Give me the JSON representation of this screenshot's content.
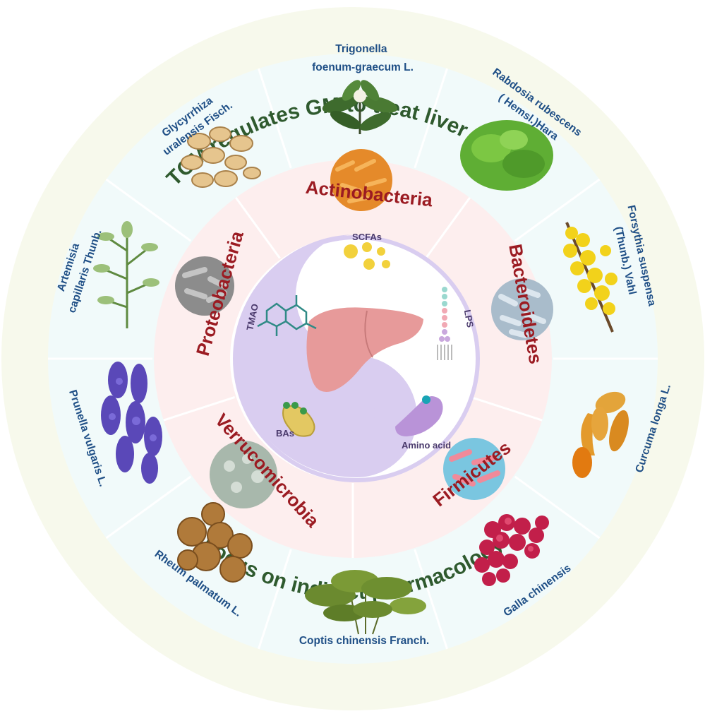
{
  "title_top": "TCM regulates GM to treat liver disease",
  "title_bottom": "Focus on indirect pharmacology",
  "herbs": [
    {
      "name": "Trigonella foenum-graecum L.",
      "lines": [
        "Trigonella",
        "foenum-graecum L."
      ],
      "icon": "fenugreek-plant-icon"
    },
    {
      "name": "Rabdosia rubescens ( Hemsl.)Hara",
      "lines": [
        "Rabdosia rubescens",
        "( Hemsl.)Hara"
      ],
      "icon": "rabdosia-leaves-icon"
    },
    {
      "name": "Forsythia suspensa (Thunb.) Vahl",
      "lines": [
        "Forsythia suspensa",
        "(Thunb.) Vahl"
      ],
      "icon": "forsythia-flower-icon"
    },
    {
      "name": "Curcuma longa L.",
      "lines": [
        "Curcuma longa L."
      ],
      "icon": "turmeric-root-icon"
    },
    {
      "name": "Galla chinensis",
      "lines": [
        "Galla chinensis"
      ],
      "icon": "galla-berries-icon"
    },
    {
      "name": "Coptis chinensis Franch.",
      "lines": [
        "Coptis chinensis Franch."
      ],
      "icon": "coptis-plant-icon"
    },
    {
      "name": "Rheum palmatum L.",
      "lines": [
        "Rheum palmatum L."
      ],
      "icon": "rheum-slices-icon"
    },
    {
      "name": "Prunella vulgaris L.",
      "lines": [
        "Prunella vulgaris L."
      ],
      "icon": "prunella-flower-icon"
    },
    {
      "name": "Artemisia capillaris Thunb.",
      "lines": [
        "Artemisia",
        "capillaris Thunb."
      ],
      "icon": "artemisia-plant-icon"
    },
    {
      "name": "Glycyrrhiza uralensis Fisch.",
      "lines": [
        "Glycyrrhiza",
        "uralensis Fisch."
      ],
      "icon": "licorice-slices-icon"
    }
  ],
  "phyla": [
    {
      "name": "Actinobacteria"
    },
    {
      "name": "Bacteroidetes"
    },
    {
      "name": "Firmicutes"
    },
    {
      "name": "Verrucomicrobia"
    },
    {
      "name": "Proteobacteria"
    }
  ],
  "metabolites": {
    "scfas": "SCFAs",
    "lps": "LPS",
    "amino_acid": "Amino acid",
    "bas": "BAs",
    "tmao": "TMAO"
  },
  "colors": {
    "outer_ring": "#f7f9ec",
    "herb_ring": "#f1fafa",
    "phylum_ring": "#fdeeee",
    "center_purple": "#d9cdf0",
    "title_green": "#2f5a2e",
    "herb_blue": "#1f4f86",
    "phylum_red": "#9b1b22",
    "liver": "#e79a9a"
  }
}
